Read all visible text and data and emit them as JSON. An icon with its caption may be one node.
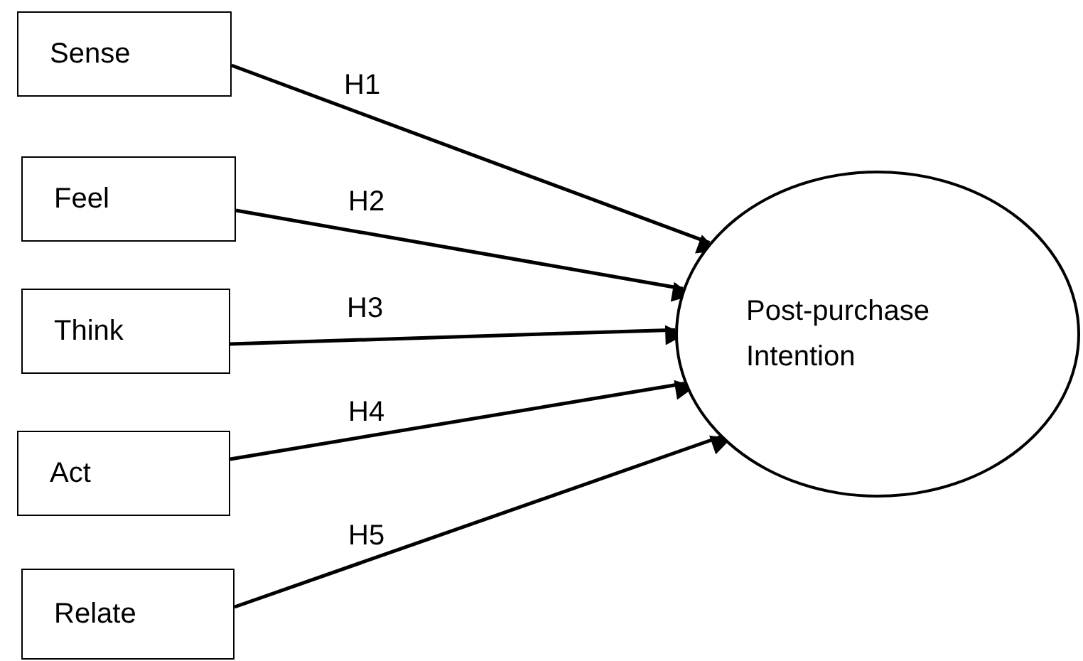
{
  "diagram": {
    "nodes": [
      {
        "text": [
          "Sense"
        ]
      },
      {
        "text": [
          "Feel"
        ]
      },
      {
        "text": [
          "Think"
        ]
      },
      {
        "text": [
          "Act"
        ]
      },
      {
        "text": [
          "Relate"
        ]
      },
      {
        "text": [
          "Post-purchase Intention"
        ]
      }
    ],
    "edges": [
      {
        "from": 0,
        "to": 5,
        "arrow": "to",
        "label": "H1"
      },
      {
        "from": 1,
        "to": 5,
        "arrow": "to",
        "label": "H2"
      },
      {
        "from": 2,
        "to": 5,
        "arrow": "to",
        "label": "H3"
      },
      {
        "from": 3,
        "to": 5,
        "arrow": "to",
        "label": "H4"
      },
      {
        "from": 4,
        "to": 5,
        "arrow": "to",
        "label": "H5"
      }
    ]
  }
}
